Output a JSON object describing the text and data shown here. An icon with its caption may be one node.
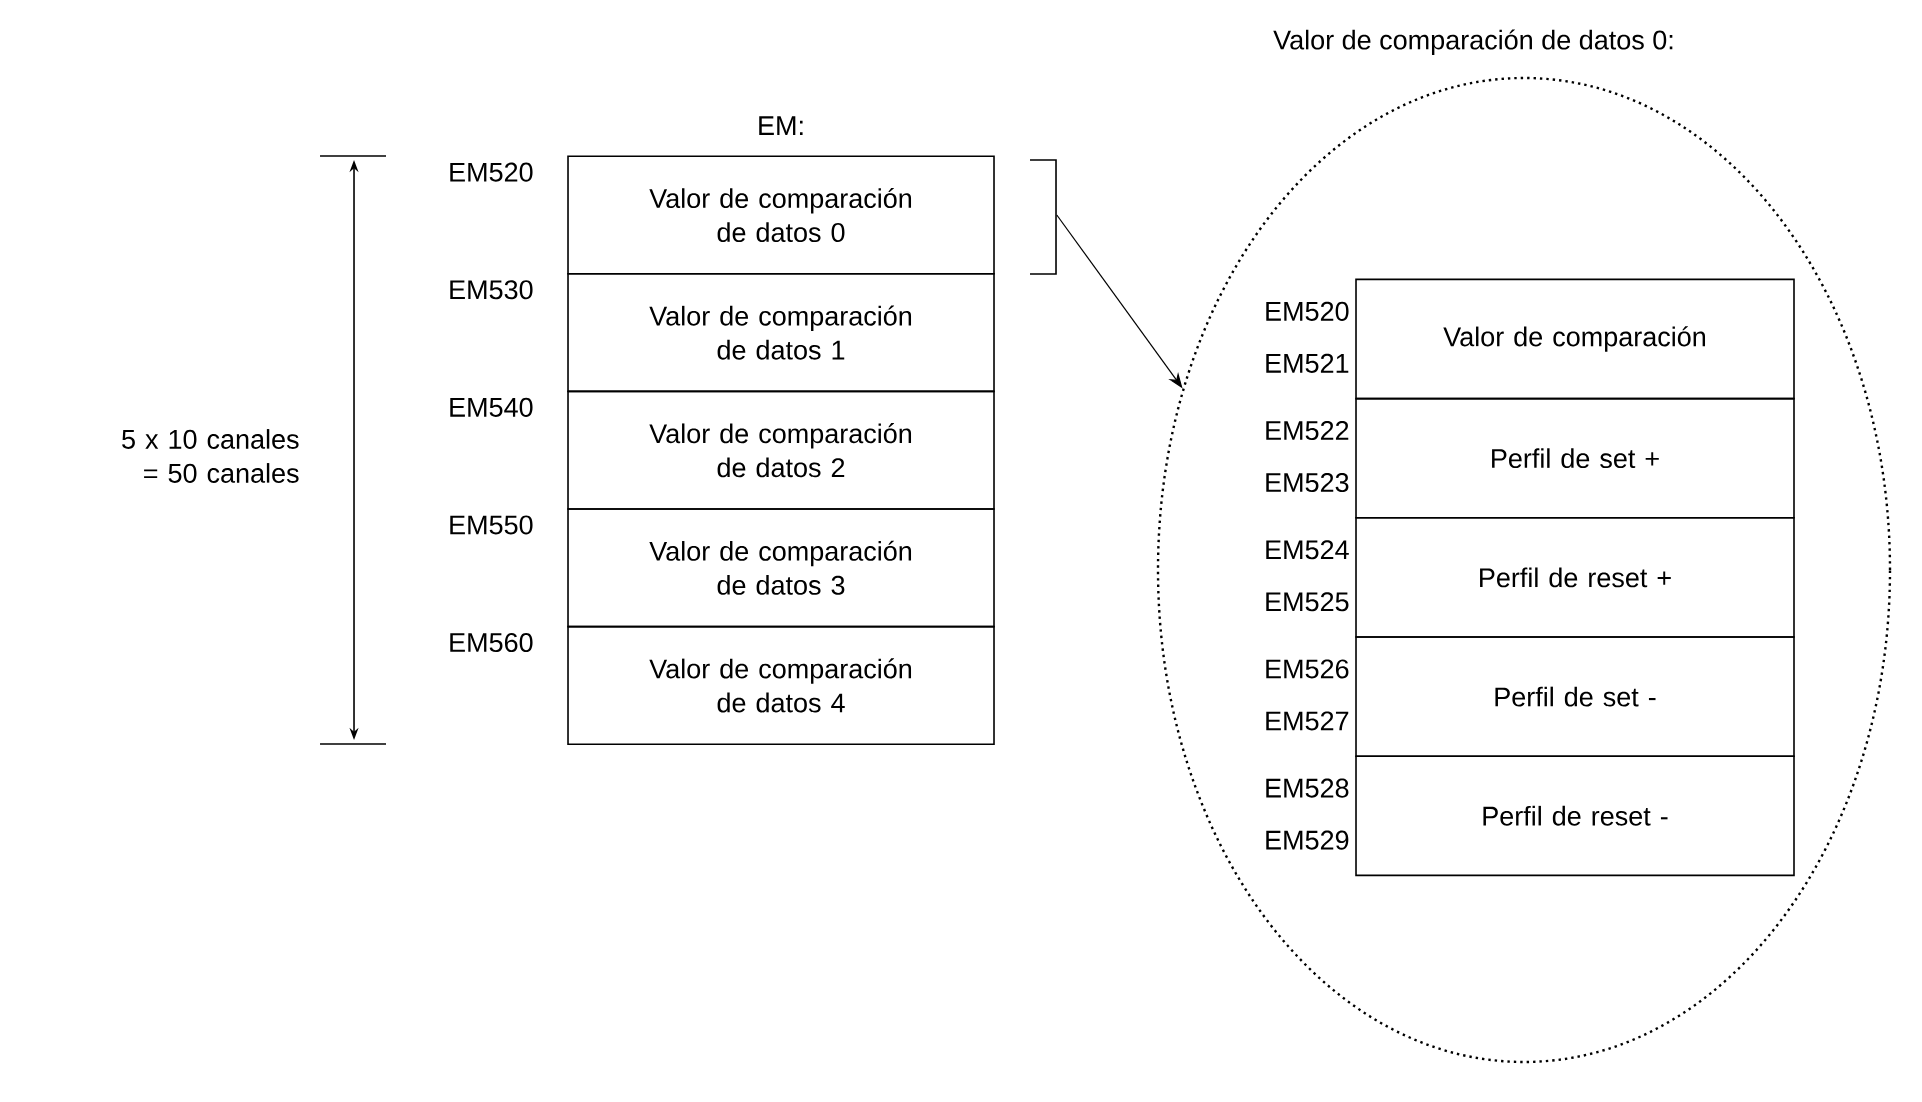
{
  "diagram": {
    "nodes": [
      {
        "text": [
          "Valor de comparación de datos 0"
        ],
        "beside": [
          "EM520"
        ]
      },
      {
        "text": [
          "Valor de comparación de datos 1"
        ],
        "beside": [
          "EM530"
        ]
      },
      {
        "text": [
          "Valor de comparación de datos 2"
        ],
        "beside": [
          "EM540"
        ]
      },
      {
        "text": [
          "Valor de comparación de datos 3"
        ],
        "beside": [
          "EM550"
        ]
      },
      {
        "text": [
          "Valor de comparación de datos 4"
        ],
        "beside": [
          "EM560"
        ]
      },
      {
        "text": [
          "Valor de comparación de datos 0:"
        ]
      },
      {
        "text": [
          "Valor de comparación"
        ],
        "beside": [
          "EM520",
          "EM521"
        ],
        "in": 5
      },
      {
        "text": [
          "Perfil de set +"
        ],
        "beside": [
          "EM522",
          "EM523"
        ],
        "in": 5
      },
      {
        "text": [
          "Perfil de reset +"
        ],
        "beside": [
          "EM524",
          "EM525"
        ],
        "in": 5
      },
      {
        "text": [
          "Perfil de set -"
        ],
        "beside": [
          "EM526",
          "EM527"
        ],
        "in": 5
      },
      {
        "text": [
          "Perfil de reset -"
        ],
        "beside": [
          "EM528",
          "EM529"
        ],
        "in": 5
      }
    ],
    "edges": [
      {
        "from": 0,
        "to": 5,
        "arrow": "to"
      }
    ],
    "labels": [
      "EM:",
      "5 x 10 canales = 50 canales"
    ]
  }
}
